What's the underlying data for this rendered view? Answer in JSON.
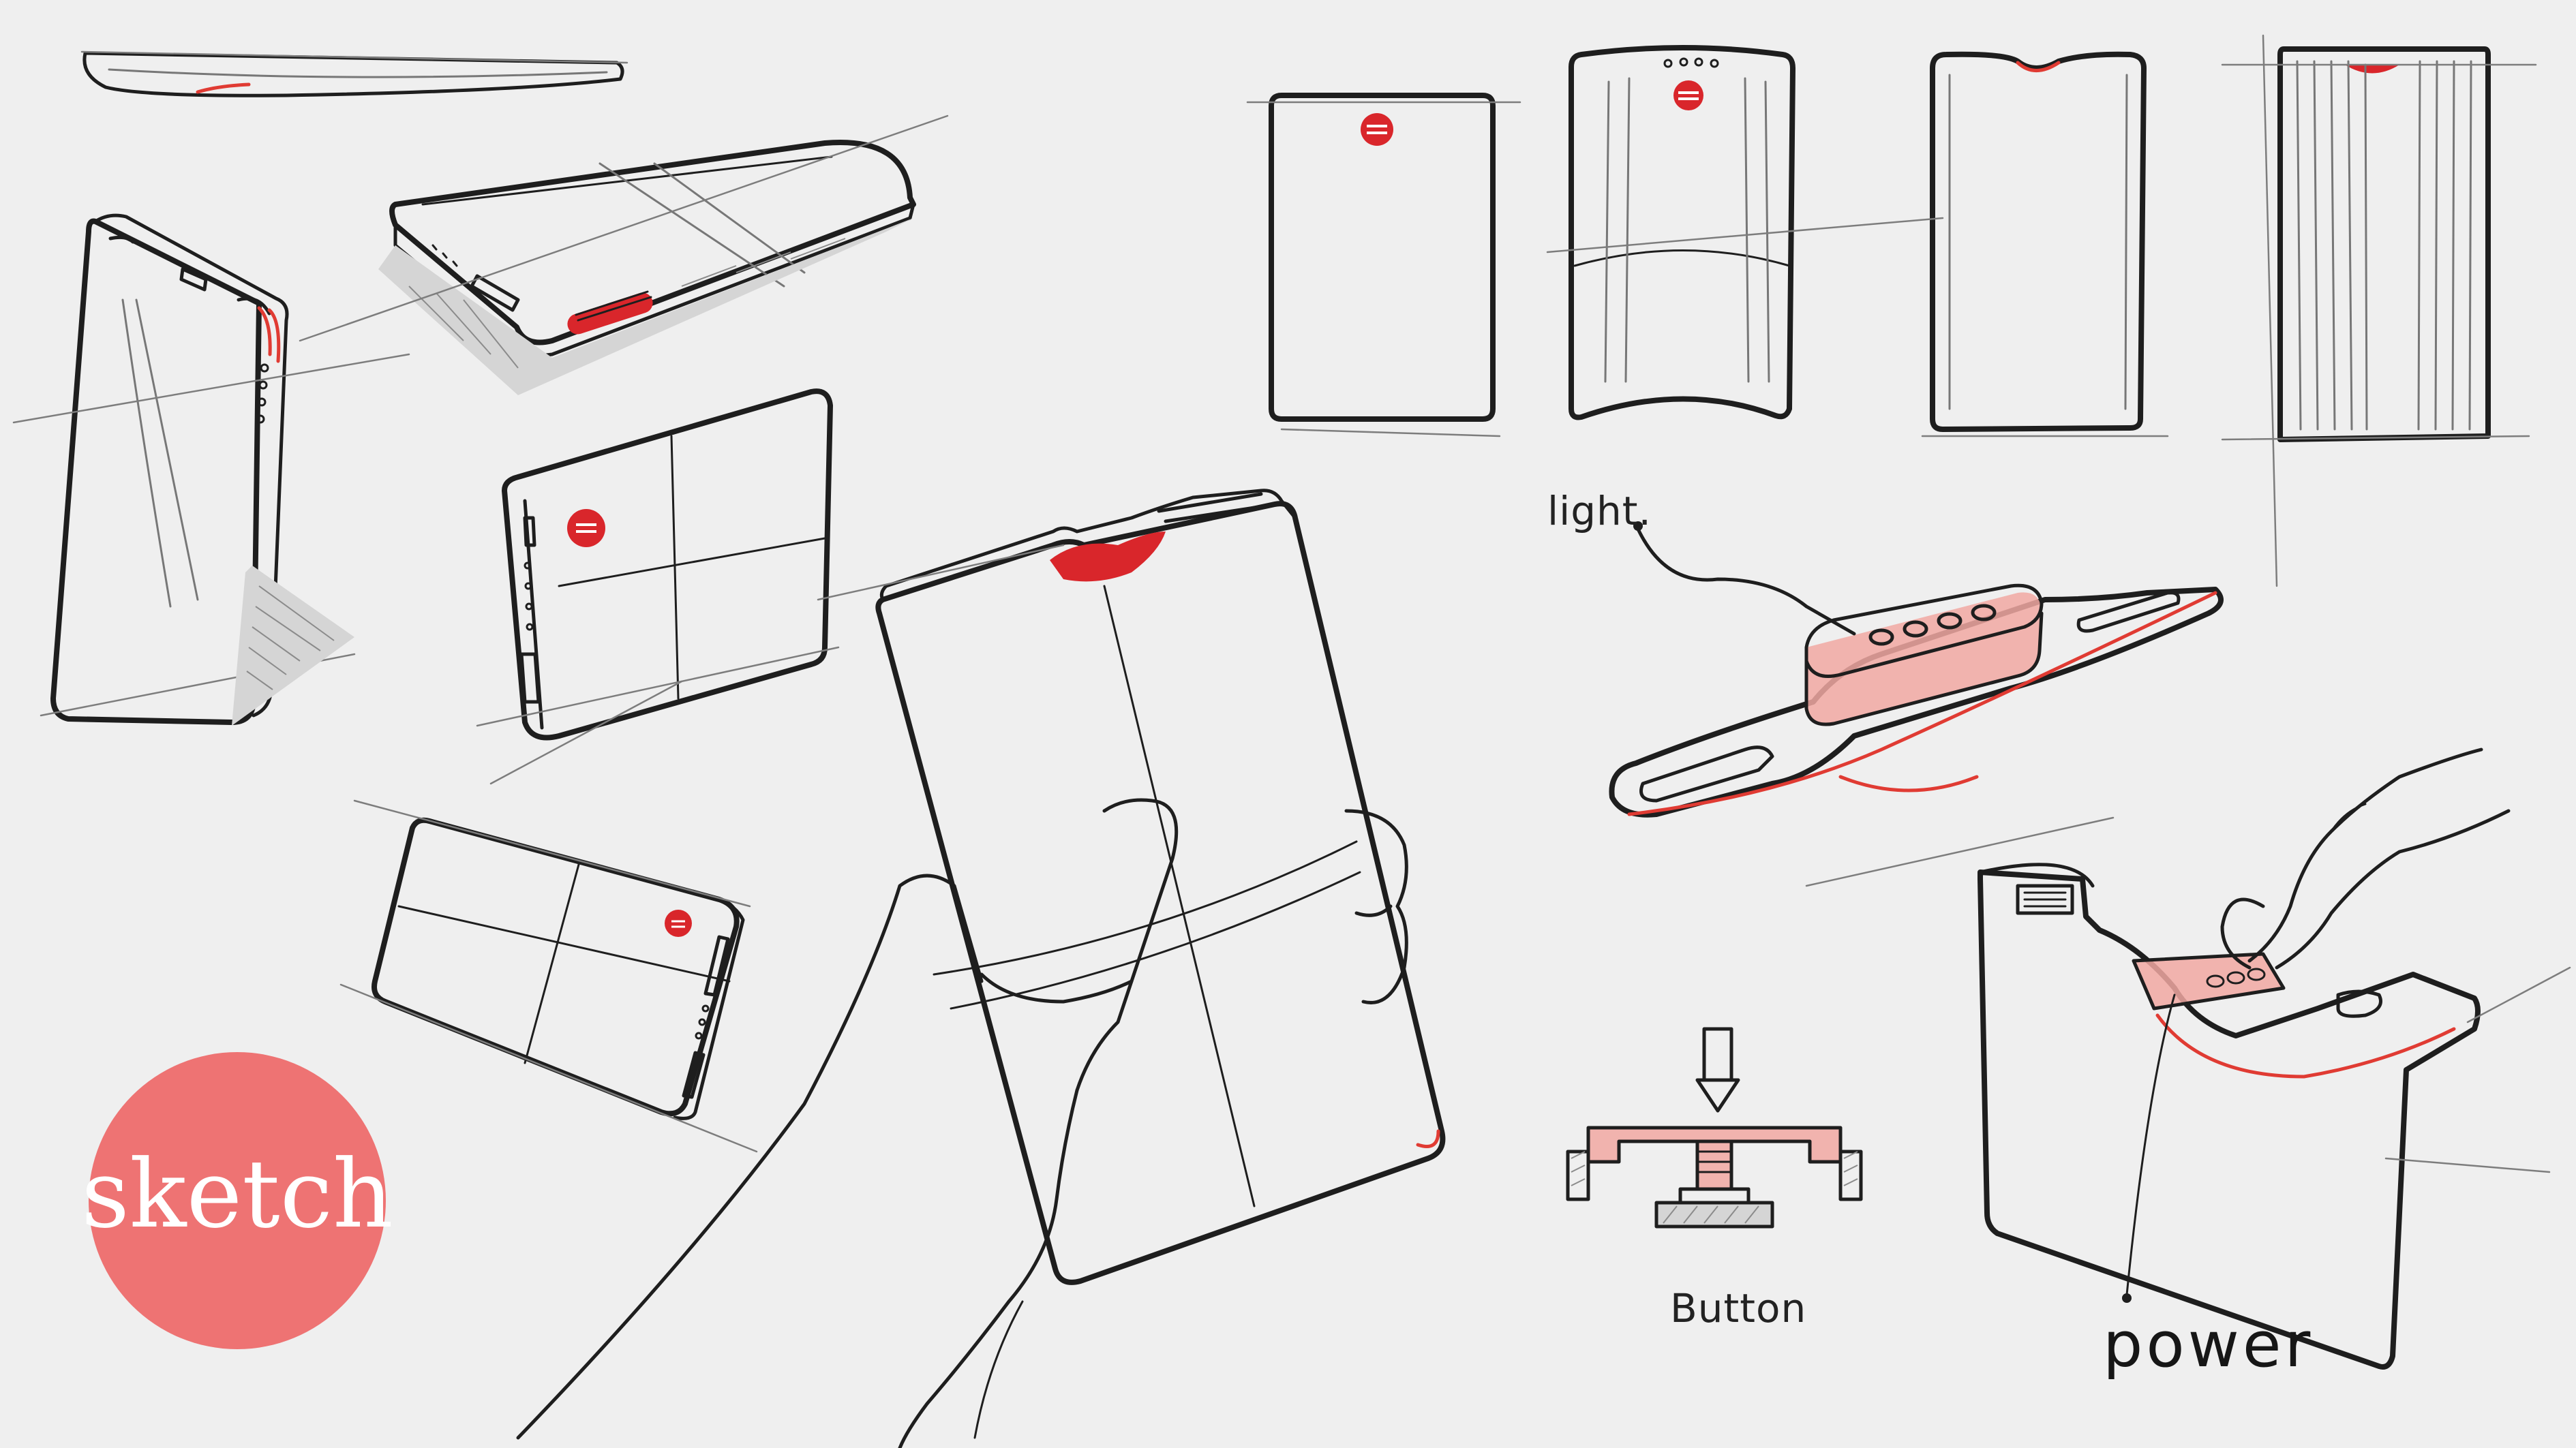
{
  "labels": {
    "light": "light.",
    "button": "Button",
    "power": "power"
  },
  "badge": {
    "text": "sketch",
    "color": "#ee7373"
  },
  "colors": {
    "paper": "#efefef",
    "ink": "#1e1e1e",
    "accent": "#d9262b"
  }
}
